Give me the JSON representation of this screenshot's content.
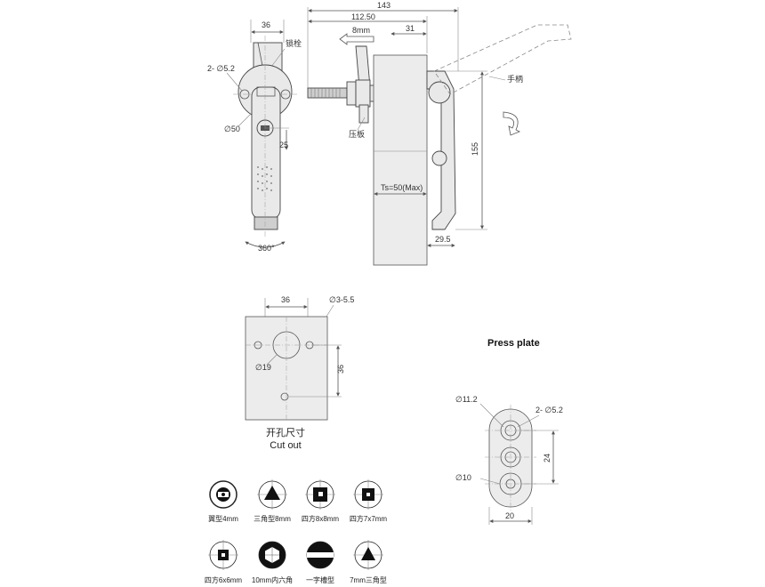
{
  "top_view": {
    "width_dim": "36",
    "holes_label": "2- ∅5.2",
    "bolt_label": "锁栓",
    "circle_dim": "∅50",
    "offset_dim": "25",
    "rotation_label": "360°"
  },
  "side_view": {
    "dim_total": "143",
    "dim_mid": "112.50",
    "dim_small": "31",
    "travel_label": "8mm",
    "handle_label": "手柄",
    "press_label": "压板",
    "ts_label": "Ts=50(Max)",
    "height_dim": "155",
    "bottom_dim": "29.5"
  },
  "cutout": {
    "width_dim": "36",
    "hole_dim": "∅3-5.5",
    "center_dim": "∅19",
    "height_dim": "36",
    "title_cn": "开孔尺寸",
    "title_en": "Cut out"
  },
  "press_plate": {
    "title": "Press plate",
    "big_hole": "∅11.2",
    "small_holes": "2- ∅5.2",
    "pitch_dim": "24",
    "lower_hole": "∅10",
    "width_dim": "20"
  },
  "key_types": [
    {
      "label": "翼型4mm",
      "icon": "wing-key-icon"
    },
    {
      "label": "三角型8mm",
      "icon": "triangle-key-icon"
    },
    {
      "label": "四方8x8mm",
      "icon": "square-key-icon"
    },
    {
      "label": "四方7x7mm",
      "icon": "square-key-icon"
    },
    {
      "label": "四方6x6mm",
      "icon": "square-key-icon"
    },
    {
      "label": "10mm内六角",
      "icon": "hexagon-key-icon"
    },
    {
      "label": "一字槽型",
      "icon": "slot-key-icon"
    },
    {
      "label": "7mm三角型",
      "icon": "triangle-key-icon"
    }
  ]
}
